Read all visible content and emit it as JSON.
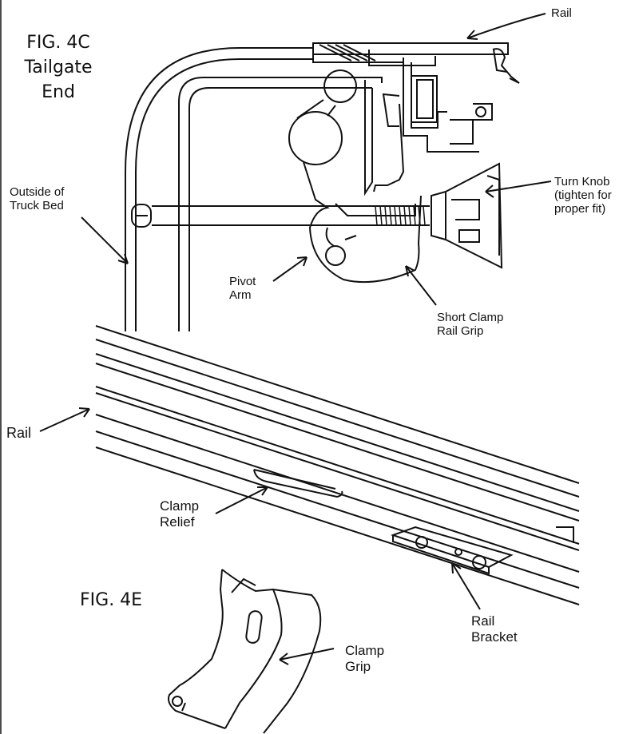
{
  "figure_4c": {
    "line1": "FIG. 4C",
    "line2": "Tailgate",
    "line3": "End"
  },
  "figure_4e": {
    "label": "FIG. 4E"
  },
  "callouts": {
    "rail_top": "Rail",
    "outside_truck_bed": [
      "Outside of",
      "Truck Bed"
    ],
    "turn_knob": [
      "Turn Knob",
      "(tighten for",
      "proper fit)"
    ],
    "pivot_arm": [
      "Pivot",
      "Arm"
    ],
    "short_clamp_rail_grip": [
      "Short Clamp",
      "Rail Grip"
    ],
    "rail": "Rail",
    "clamp_relief": [
      "Clamp",
      "Relief"
    ],
    "rail_bracket": [
      "Rail",
      "Bracket"
    ],
    "clamp_grip": [
      "Clamp",
      "Grip"
    ]
  }
}
